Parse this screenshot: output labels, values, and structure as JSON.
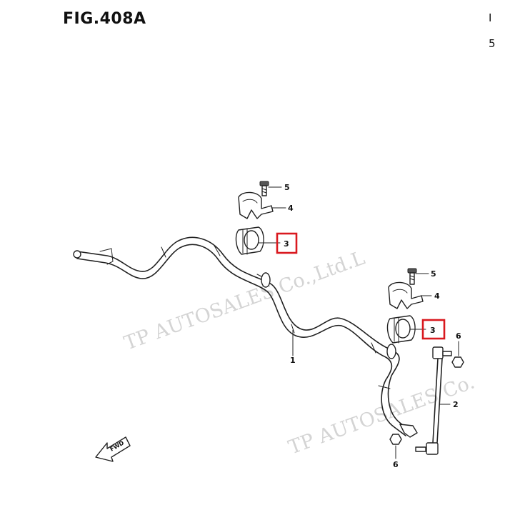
{
  "figure": {
    "title": "FIG.408A"
  },
  "edge_marks": [
    "I",
    "5"
  ],
  "callouts": {
    "bar": "1",
    "link": "2",
    "bush_left": "3",
    "bush_right": "3",
    "bracket_left": "4",
    "bracket_right": "4",
    "bolt_left": "5",
    "bolt_right": "5",
    "nut_upper": "6",
    "nut_lower": "6"
  },
  "front_arrow": {
    "label": "FWD"
  },
  "watermarks": [
    "TP AUTOSALES Co.,Ltd.L",
    "TP AUTOSALES Co."
  ],
  "colors": {
    "highlight": "#d9191f",
    "watermark": "#d4d4d4",
    "line": "#222222"
  },
  "highlighted_parts": [
    "3"
  ]
}
